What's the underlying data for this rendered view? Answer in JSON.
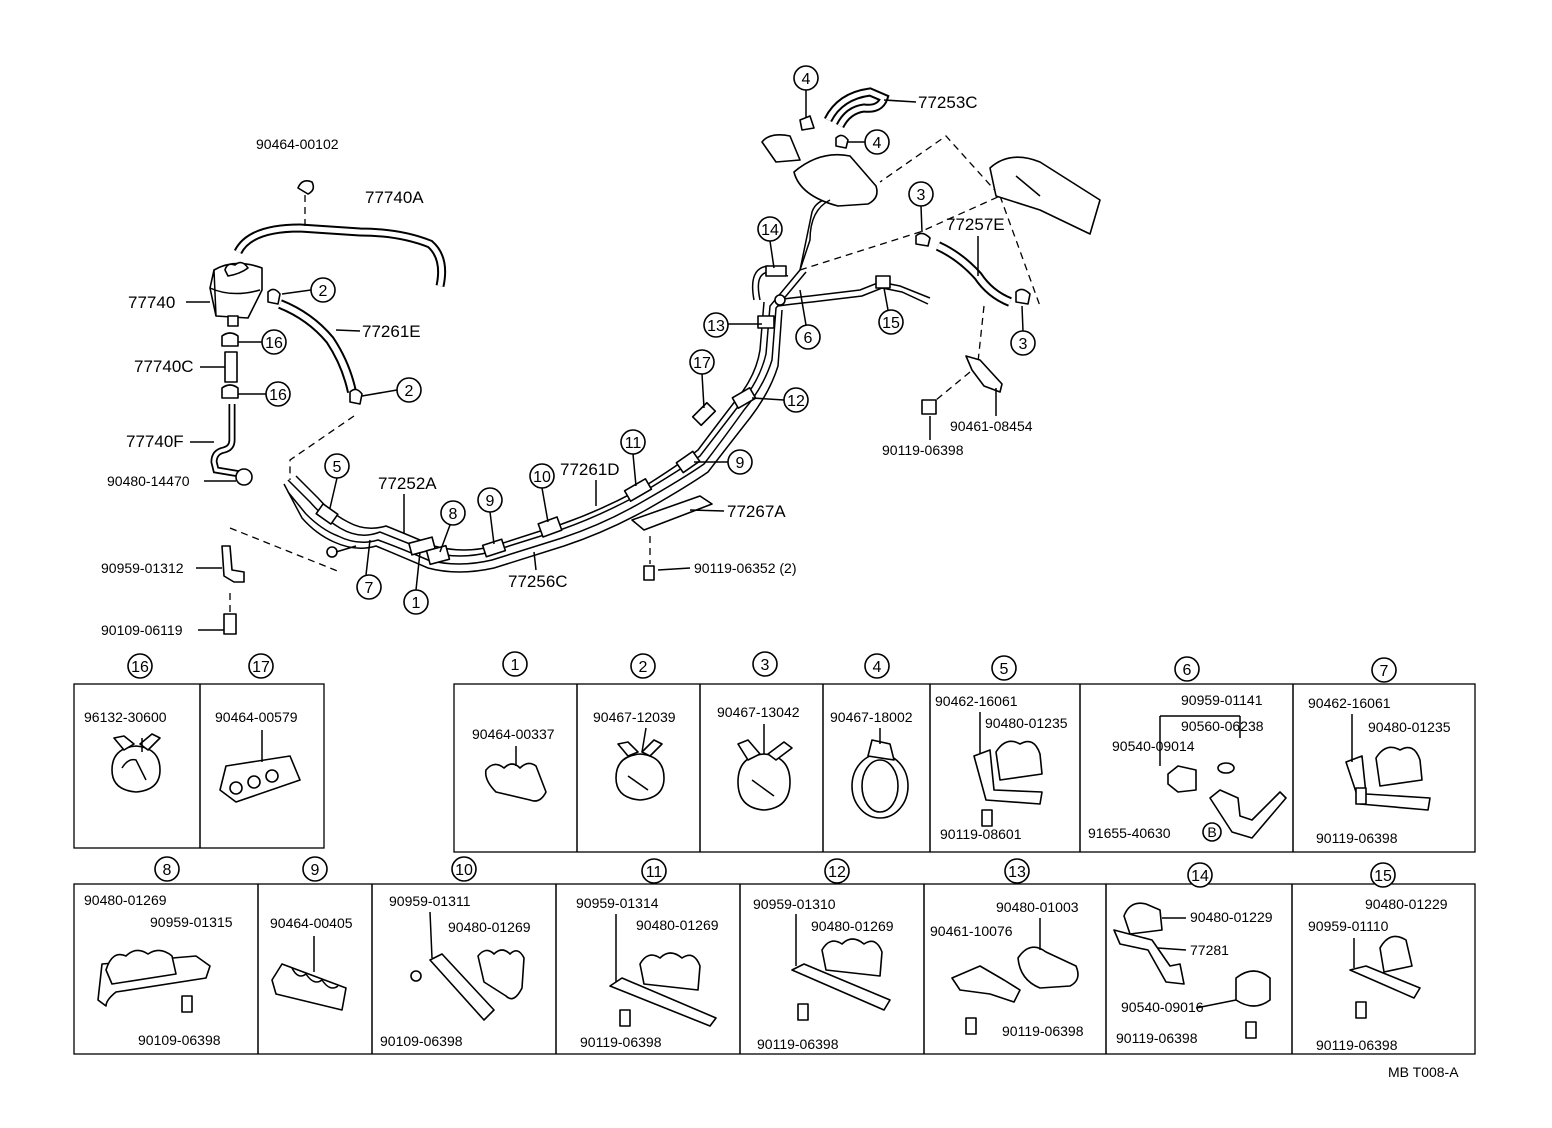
{
  "code": "MB  T008-A",
  "labels": {
    "p90464_00102": "90464-00102",
    "p77740A": "77740A",
    "p77740": "77740",
    "p77740C": "77740C",
    "p77740F": "77740F",
    "p90480_14470": "90480-14470",
    "p77261E": "77261E",
    "p90959_01312": "90959-01312",
    "p90109_06119": "90109-06119",
    "p77252A": "77252A",
    "p77256C": "77256C",
    "p77261D": "77261D",
    "p77267A": "77267A",
    "p90119_06352": "90119-06352 (2)",
    "p77253C": "77253C",
    "p77257E": "77257E",
    "p90461_08454": "90461-08454",
    "p90119_06398": "90119-06398"
  },
  "refs": [
    "1",
    "2",
    "3",
    "4",
    "5",
    "6",
    "7",
    "8",
    "9",
    "10",
    "11",
    "12",
    "13",
    "14",
    "15",
    "16",
    "17"
  ],
  "insets": {
    "i16": {
      "ref": "16",
      "parts": [
        "96132-30600"
      ]
    },
    "i17": {
      "ref": "17",
      "parts": [
        "90464-00579"
      ]
    },
    "i1": {
      "ref": "1",
      "parts": [
        "90464-00337"
      ]
    },
    "i2": {
      "ref": "2",
      "parts": [
        "90467-12039"
      ]
    },
    "i3": {
      "ref": "3",
      "parts": [
        "90467-13042"
      ]
    },
    "i4": {
      "ref": "4",
      "parts": [
        "90467-18002"
      ]
    },
    "i5": {
      "ref": "5",
      "parts": [
        "90462-16061",
        "90480-01235",
        "90119-08601"
      ]
    },
    "i6": {
      "ref": "6",
      "parts": [
        "90959-01141",
        "90560-06238",
        "90540-09014",
        "91655-40630"
      ],
      "marker": "B"
    },
    "i7": {
      "ref": "7",
      "parts": [
        "90462-16061",
        "90480-01235",
        "90119-06398"
      ]
    },
    "i8": {
      "ref": "8",
      "parts": [
        "90480-01269",
        "90959-01315",
        "90109-06398"
      ]
    },
    "i9": {
      "ref": "9",
      "parts": [
        "90464-00405"
      ]
    },
    "i10": {
      "ref": "10",
      "parts": [
        "90959-01311",
        "90480-01269",
        "90109-06398"
      ]
    },
    "i11": {
      "ref": "11",
      "parts": [
        "90959-01314",
        "90480-01269",
        "90119-06398"
      ]
    },
    "i12": {
      "ref": "12",
      "parts": [
        "90959-01310",
        "90480-01269",
        "90119-06398"
      ]
    },
    "i13": {
      "ref": "13",
      "parts": [
        "90480-01003",
        "90461-10076",
        "90119-06398"
      ]
    },
    "i14": {
      "ref": "14",
      "parts": [
        "90480-01229",
        "77281",
        "90540-09016",
        "90119-06398"
      ]
    },
    "i15": {
      "ref": "15",
      "parts": [
        "90480-01229",
        "90959-01110",
        "90119-06398"
      ]
    }
  }
}
